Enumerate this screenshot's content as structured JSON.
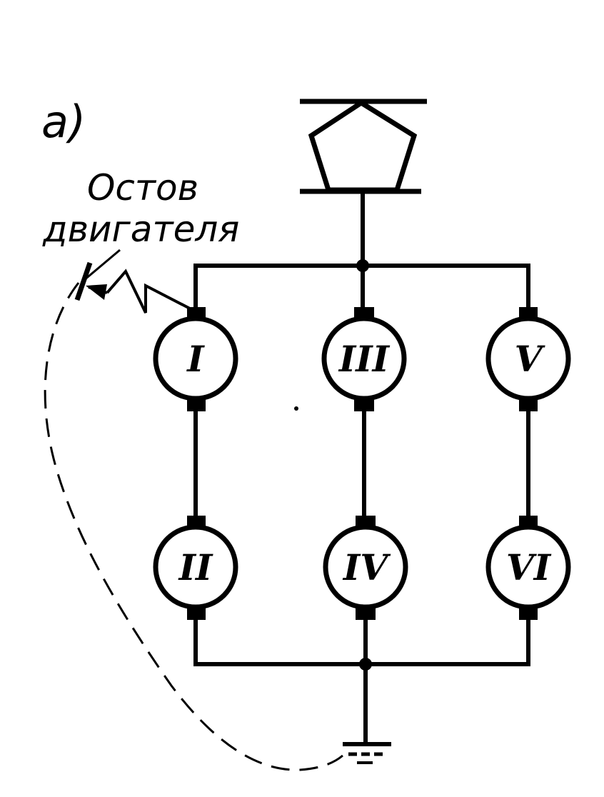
{
  "panel_label": "а)",
  "fault_label": {
    "line1": "Остов",
    "line2": "двигателя"
  },
  "motors": [
    {
      "id": "motor-1",
      "label": "I"
    },
    {
      "id": "motor-2",
      "label": "II"
    },
    {
      "id": "motor-3",
      "label": "III"
    },
    {
      "id": "motor-4",
      "label": "IV"
    },
    {
      "id": "motor-5",
      "label": "V"
    },
    {
      "id": "motor-6",
      "label": "VI"
    }
  ],
  "colors": {
    "ink": "#000000",
    "paper": "#ffffff"
  }
}
